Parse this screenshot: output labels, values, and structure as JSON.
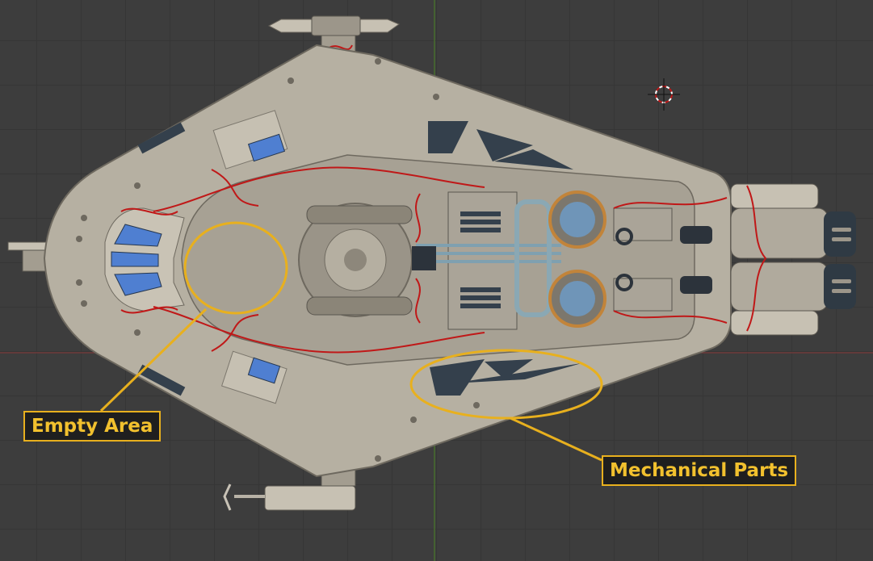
{
  "viewport": {
    "name": "3d-viewport",
    "background_color": "#3d3d3d",
    "grid_color": "#363636",
    "axis_x_color": "#7a3a3a",
    "axis_y_color": "#4a7a2a"
  },
  "model": {
    "hull_color": "#b6b0a2",
    "hull_dark": "#8e887c",
    "panel_color": "#34404c",
    "window_color": "#4f7fd1",
    "wire_color": "#c01818",
    "accent_color": "#c2843a"
  },
  "annotations": {
    "highlight_color": "#e8b01e",
    "label_text_color": "#f2c12e",
    "empty_area": {
      "label": "Empty Area"
    },
    "mechanical_parts": {
      "label": "Mechanical Parts"
    }
  },
  "cursor": {
    "icon": "3d-cursor-icon"
  }
}
